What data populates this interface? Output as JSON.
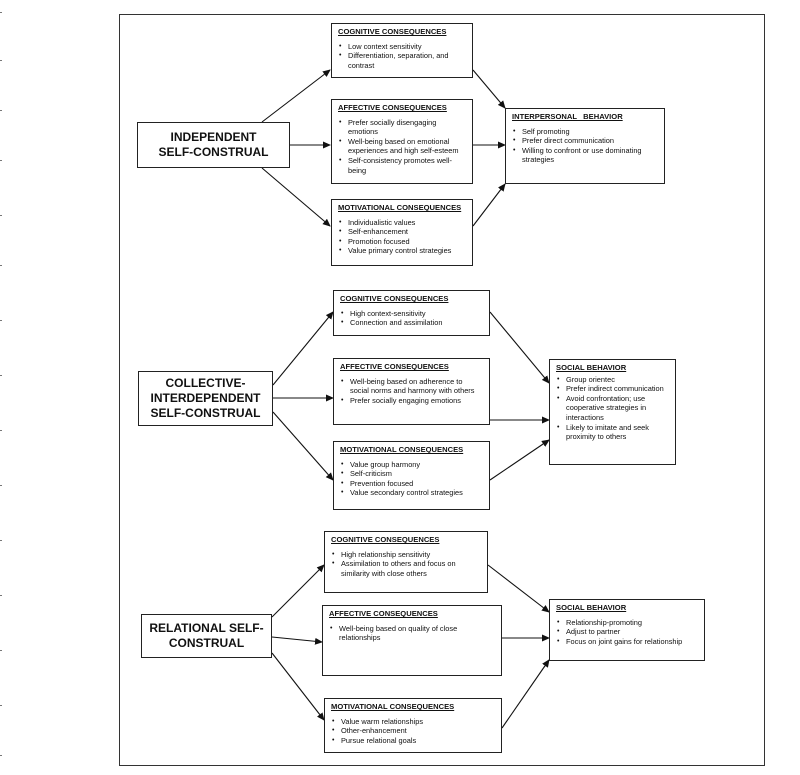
{
  "groups": [
    {
      "main": "INDEPENDENT\nSELF-CONSTRUAL",
      "cognitive": {
        "title": "COGNITIVE CONSEQUENCES",
        "items": [
          "Low context sensitivity",
          "Differentiation, separation, and contrast"
        ]
      },
      "affective": {
        "title": "AFFECTIVE CONSEQUENCES",
        "items": [
          "Prefer socially disengaging emotions",
          "Well-being based on emotional experiences and high self-esteem",
          "Self-consistency promotes well-being"
        ]
      },
      "motivational": {
        "title": "MOTIVATIONAL CONSEQUENCES",
        "items": [
          "Individualistic values",
          "Self-enhancement",
          "Promotion focused",
          "Value primary control strategies"
        ]
      },
      "behavior": {
        "title": "INTERPERSONAL   BEHAVIOR",
        "items": [
          "Self promoting",
          "Prefer direct communication",
          "Willing to confront or use dominating strategies"
        ]
      }
    },
    {
      "main": "COLLECTIVE-\nINTERDEPENDENT\nSELF-CONSTRUAL",
      "cognitive": {
        "title": "COGNITIVE CONSEQUENCES",
        "items": [
          "High context-sensitivity",
          "Connection and assimilation"
        ]
      },
      "affective": {
        "title": "AFFECTIVE CONSEQUENCES",
        "items": [
          "Well-being based on adherence to social norms and harmony with others",
          "Prefer socially engaging emotions"
        ]
      },
      "motivational": {
        "title": "MOTIVATIONAL CONSEQUENCES",
        "items": [
          "Value group harmony",
          "Self-criticism",
          "Prevention focused",
          "Value secondary control strategies"
        ]
      },
      "behavior": {
        "title": "SOCIAL BEHAVIOR",
        "items": [
          "Group orientec",
          "Prefer indirect communication",
          "Avoid confrontation; use cooperative strategies in interactions",
          "Likely to imitate and seek proximity to others"
        ]
      }
    },
    {
      "main": "RELATIONAL SELF-\nCONSTRUAL",
      "cognitive": {
        "title": "COGNITIVE CONSEQUENCES",
        "items": [
          "High relationship sensitivity",
          "Assimilation to others and focus on similarity with close others"
        ]
      },
      "affective": {
        "title": "AFFECTIVE CONSEQUENCES",
        "items": [
          "Well-being based on quality of close relationships"
        ]
      },
      "motivational": {
        "title": "MOTIVATIONAL CONSEQUENCES",
        "items": [
          "Value warm relationships",
          "Other-enhancement",
          "Pursue relational goals"
        ]
      },
      "behavior": {
        "title": "SOCIAL BEHAVIOR",
        "items": [
          "Relationship-promoting",
          "Adjust to partner",
          "Focus on joint gains for relationship"
        ]
      }
    }
  ]
}
